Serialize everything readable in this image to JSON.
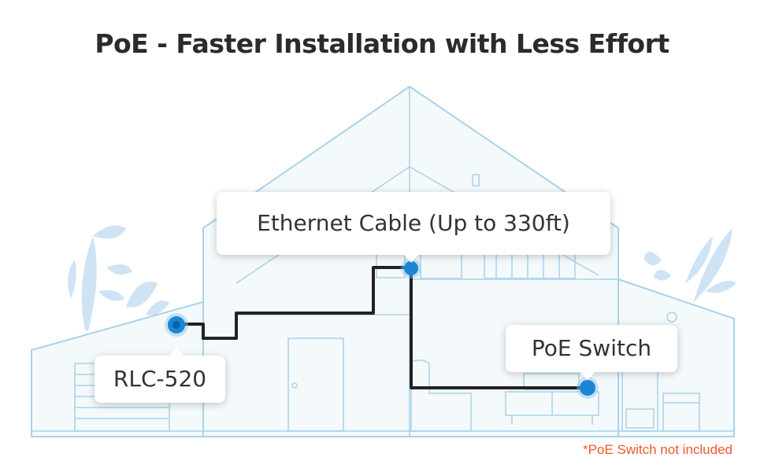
{
  "title": "PoE - Faster Installation with Less Effort",
  "labels": {
    "cable": "Ethernet Cable (Up to 330ft)",
    "camera": "RLC-520",
    "switch": "PoE Switch"
  },
  "footnote": "*PoE Switch not included",
  "colors": {
    "house_line": "#a9d2ea",
    "house_fill": "#eef6fb",
    "cable": "#222222",
    "device": "#1a86d6",
    "footnote": "#ee5a2b"
  }
}
